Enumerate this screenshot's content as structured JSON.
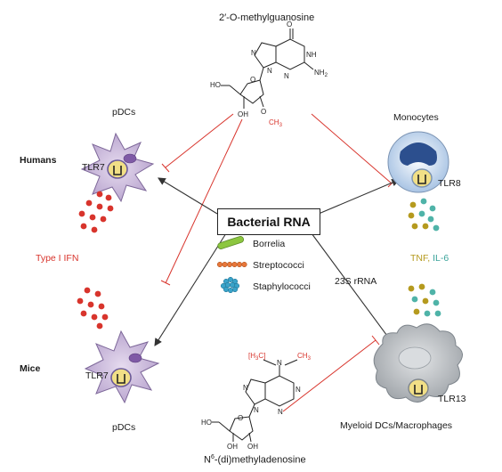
{
  "labels": {
    "top_molecule": "2′-O-methylguanosine",
    "bottom_molecule_prefix": "N",
    "bottom_molecule_sup": "6",
    "bottom_molecule_suffix": "-(di)methyladenosine",
    "center": "Bacterial RNA",
    "humans": "Humans",
    "mice": "Mice",
    "pdcs_top": "pDCs",
    "pdcs_bottom": "pDCs",
    "tlr7_top": "TLR7",
    "tlr7_bottom": "TLR7",
    "type_i_ifn": "Type I IFN",
    "monocytes": "Monocytes",
    "tlr8": "TLR8",
    "tnf": "TNF",
    "comma": ",",
    "il6": "IL-6",
    "rrna": "23S rRNA",
    "tlr13": "TLR13",
    "myeloid": "Myeloid DCs/Macrophages"
  },
  "bacteria": [
    {
      "name": "Borrelia",
      "icon": "spiral-rod-icon"
    },
    {
      "name": "Streptococci",
      "icon": "chain-cocci-icon"
    },
    {
      "name": "Staphylococci",
      "icon": "cluster-cocci-icon"
    }
  ],
  "chem_top": {
    "O": "O",
    "NH": "NH",
    "N1": "N",
    "N2": "N",
    "N3": "N",
    "NH2": "NH",
    "sub2": "2",
    "HO": "HO",
    "OH": "OH",
    "O_ring": "O",
    "O_me": "O",
    "CH": "CH",
    "sub3": "3"
  },
  "chem_bottom": {
    "H3C": "[H",
    "sub3a": "3",
    "C": "C]",
    "N_me": "N",
    "CH": "CH",
    "sub3b": "3",
    "N1": "N",
    "N2": "N",
    "N3": "N",
    "N4": "N",
    "HO": "HO",
    "O_ring": "O",
    "OH1": "OH",
    "OH2": "OH"
  },
  "colors": {
    "inhibit": "#d8342c",
    "activate": "#333333",
    "ifn_dots": "#d8342c",
    "tnf_dots": "#b59a1e",
    "il6_dots": "#4fb3a8",
    "cell_purple": "#c9b6d8",
    "monocyte_blue": "#b9d0ea",
    "macrophage_gray": "#bfc3c7",
    "tlr_yellow": "#f1df86"
  }
}
